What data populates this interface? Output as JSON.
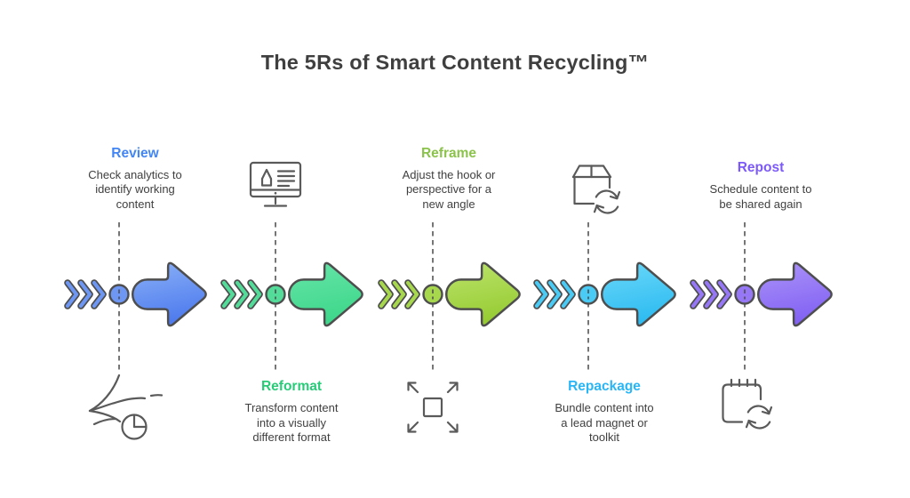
{
  "title": "The 5Rs of Smart Content Recycling™",
  "colors": {
    "outline": "#4E4E4E",
    "icon_stroke": "#5A5A5A",
    "body_text": "#3F3F3F",
    "background": "#FFFFFF"
  },
  "stages": [
    {
      "name": "Review",
      "label_color": "#4285F4",
      "arrow_top": "#8AB0F7",
      "arrow_bottom": "#4F7CEE",
      "fill": "#6E97F3",
      "description": "Check analytics to\nidentify working\ncontent",
      "icon": "analytics-wind-clock-icon",
      "text_position": "top"
    },
    {
      "name": "Reformat",
      "label_color": "#27CB78",
      "arrow_top": "#66E5A8",
      "arrow_bottom": "#3FD78B",
      "fill": "#53DC99",
      "description": "Transform content\ninto a visually\ndifferent format",
      "icon": "monitor-pencil-icon",
      "text_position": "bottom"
    },
    {
      "name": "Reframe",
      "label_color": "#8BC34A",
      "arrow_top": "#BCE36B",
      "arrow_bottom": "#97CC34",
      "fill": "#A6D74D",
      "description": "Adjust the hook or\nperspective for a\nnew angle",
      "icon": "expand-arrows-icon",
      "text_position": "top"
    },
    {
      "name": "Repackage",
      "label_color": "#29B6F6",
      "arrow_top": "#6AD8F9",
      "arrow_bottom": "#2FBCF1",
      "fill": "#49CBF5",
      "description": "Bundle content into\na lead magnet or\ntoolkit",
      "icon": "package-refresh-icon",
      "text_position": "bottom"
    },
    {
      "name": "Repost",
      "label_color": "#7C5AF8",
      "arrow_top": "#AB93F9",
      "arrow_bottom": "#8263F3",
      "fill": "#9678F6",
      "description": "Schedule content to\nbe shared again",
      "icon": "calendar-refresh-icon",
      "text_position": "top"
    }
  ]
}
